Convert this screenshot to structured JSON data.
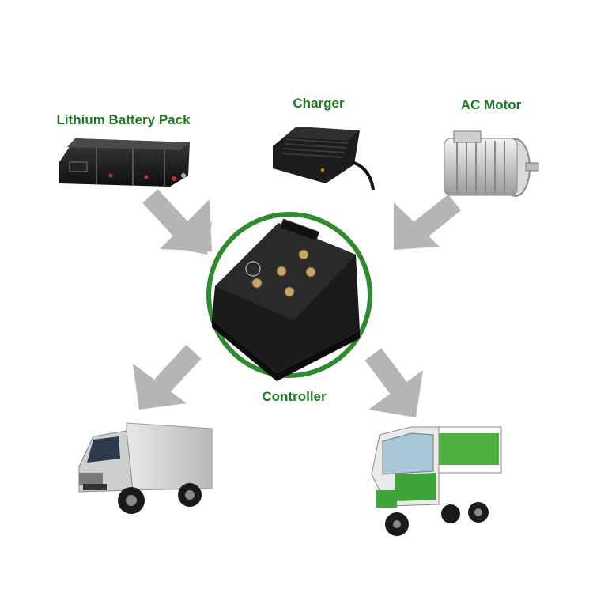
{
  "labels": {
    "battery": "Lithium Battery Pack",
    "charger": "Charger",
    "motor": "AC Motor",
    "controller": "Controller"
  },
  "colors": {
    "label_green": "#1e7a22",
    "ring_green": "#2e8b2e",
    "arrow_gray": "#b5b5b5"
  },
  "icons": [
    "battery-pack-icon",
    "charger-icon",
    "ac-motor-icon",
    "controller-icon",
    "delivery-truck-icon",
    "electric-tricycle-icon"
  ]
}
